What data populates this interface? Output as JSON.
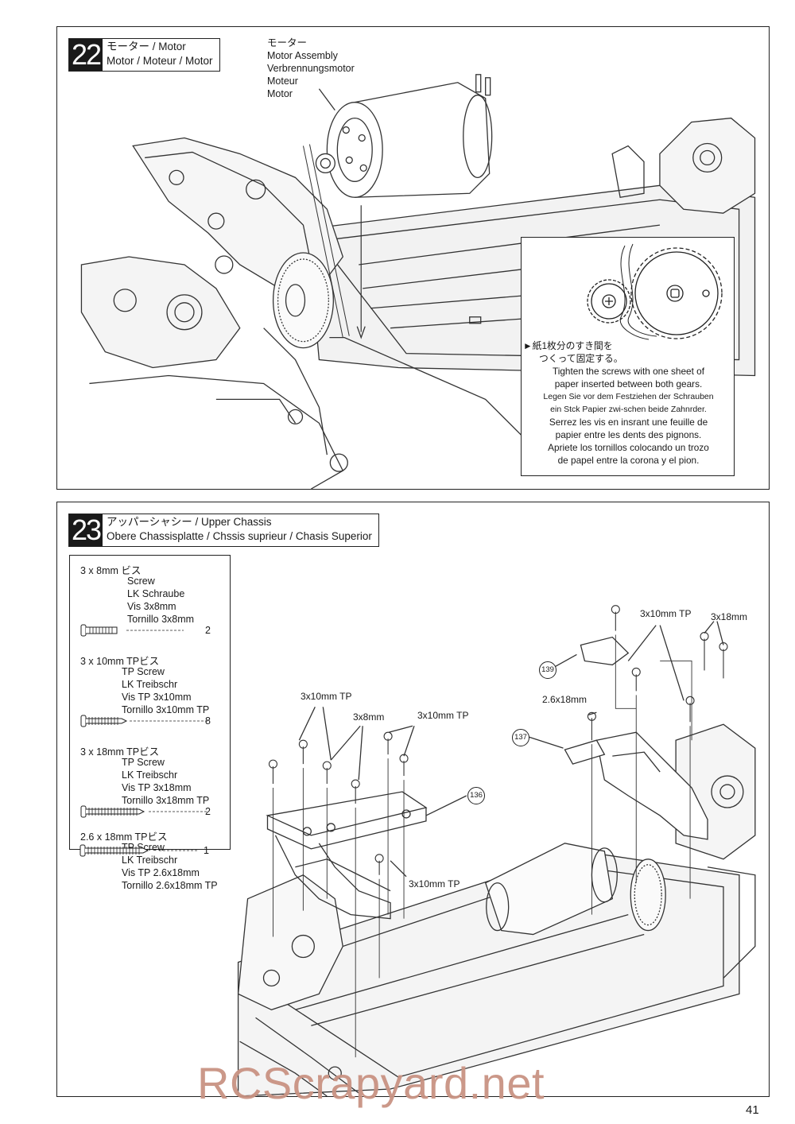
{
  "step22": {
    "number": "22",
    "title_line1": "モーター / Motor",
    "title_line2": "Motor / Moteur / Motor",
    "motor_label": [
      "モーター",
      "Motor Assembly",
      "Verbrennungsmotor",
      "Moteur",
      "Motor"
    ],
    "instruction": {
      "jp_line1": "►紙1枚分のすき間を",
      "jp_line2": "つくって固定する。",
      "en": [
        "Tighten the screws with one sheet of",
        "paper inserted between both gears."
      ],
      "de": [
        "Legen Sie vor dem Festziehen der Schrauben",
        "ein Stck Papier zwi-schen beide Zahnrder."
      ],
      "fr": [
        "Serrez les vis en insrant une feuille de",
        "papier entre les dents des pignons."
      ],
      "es": [
        "Apriete los tornillos colocando un trozo",
        "de papel entre la corona y el pion."
      ]
    }
  },
  "step23": {
    "number": "23",
    "title_line1": "アッパーシャシー / Upper Chassis",
    "title_line2": "Obere Chassisplatte / Chssis suprieur / Chasis Superior",
    "parts": [
      {
        "size": "3 x 8mm ビス",
        "names": [
          "Screw",
          "LK Schraube",
          "Vis 3x8mm",
          "Tornillo 3x8mm"
        ],
        "qty": "2"
      },
      {
        "size": "3 x 10mm  TPビス",
        "names": [
          "TP Screw",
          "LK Treibschr",
          "Vis TP 3x10mm",
          "Tornillo 3x10mm TP"
        ],
        "qty": "8"
      },
      {
        "size": "3 x 18mm  TPビス",
        "names": [
          "TP Screw",
          "LK Treibschr",
          "Vis TP 3x18mm",
          "Tornillo 3x18mm TP"
        ],
        "qty": "2"
      },
      {
        "size": "2.6 x 18mm  TPビス",
        "names": [
          "TP Screw",
          "LK Treibschr",
          "Vis TP 2.6x18mm",
          "Tornillo 2.6x18mm TP"
        ],
        "qty": "1"
      }
    ],
    "callouts": {
      "c1": "3x10mm TP",
      "c2": "3x8mm",
      "c3": "3x10mm TP",
      "c4": "3x10mm TP",
      "c5": "3x10mm TP",
      "c6": "3x18mm",
      "c7": "2.6x18mm",
      "p136": "136",
      "p137": "137",
      "p139": "139"
    }
  },
  "page_number": "41",
  "watermark": "RCScrapyard.net"
}
